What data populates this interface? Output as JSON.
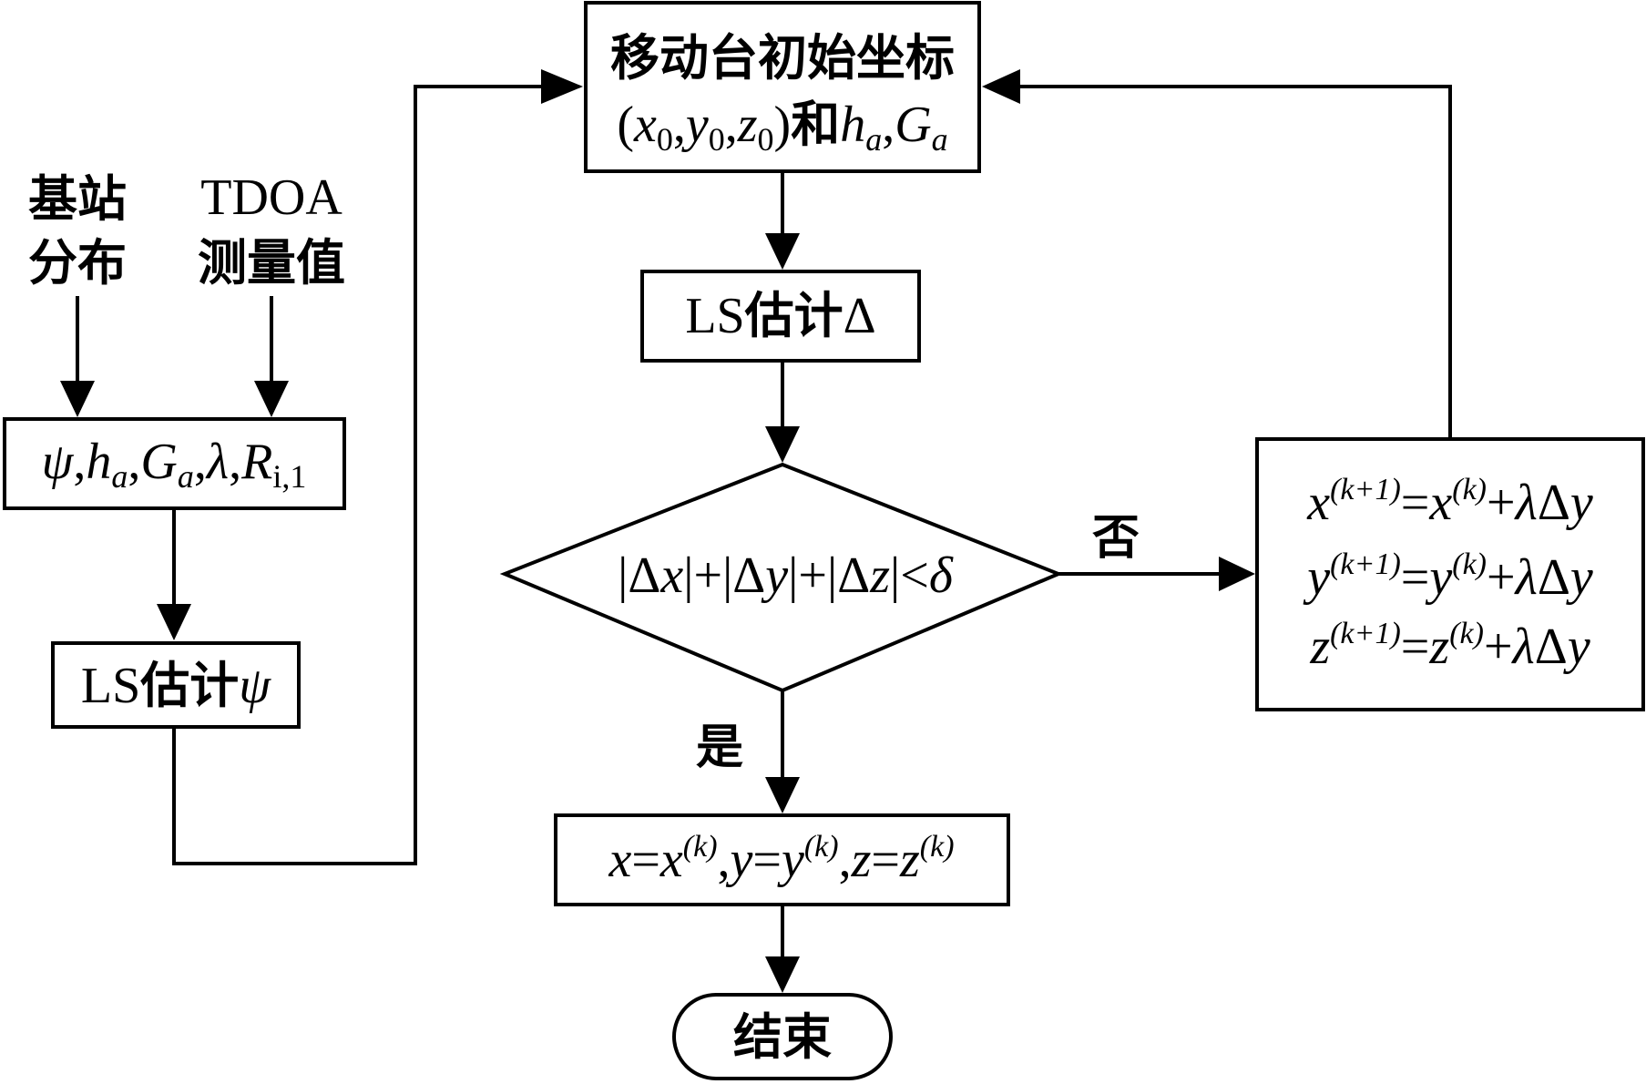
{
  "inputs": {
    "base_station_line1": "基站",
    "base_station_line2": "分布",
    "tdoa_line1": "TDOA",
    "tdoa_line2": "测量值"
  },
  "params_box": {
    "psi": "ψ",
    "comma": ",",
    "h": "h",
    "a": "a",
    "G": "G",
    "lambda": "λ",
    "R": "R",
    "i1": "i,1"
  },
  "ls_psi_box": {
    "ls": "LS",
    "estimate": "估计",
    "psi": "ψ"
  },
  "initial_box": {
    "line1": "移动台初始坐标",
    "open_paren": "(",
    "x": "x",
    "zero": "0",
    "y": "y",
    "z": "z",
    "close_paren": ")",
    "he": "和",
    "h": "h",
    "a": "a",
    "comma": ",",
    "G": "G"
  },
  "ls_delta_box": {
    "ls": "LS",
    "estimate": "估计",
    "delta": "Δ"
  },
  "condition": {
    "bar": "|",
    "delta": "Δ",
    "x": "x",
    "y": "y",
    "z": "z",
    "plus": "+",
    "lt": "<",
    "delta_small": "δ"
  },
  "branch_labels": {
    "no": "否",
    "yes": "是"
  },
  "update_box": {
    "k_plus_1": "(k+1)",
    "k": "(k)",
    "eq": "=",
    "plus": "+",
    "lambda": "λ",
    "delta": "Δ",
    "x": "x",
    "y": "y",
    "z": "z"
  },
  "result_box": {
    "x": "x",
    "y": "y",
    "z": "z",
    "eq": "=",
    "comma": ",",
    "k": "(k)"
  },
  "end_box": {
    "label": "结束"
  }
}
